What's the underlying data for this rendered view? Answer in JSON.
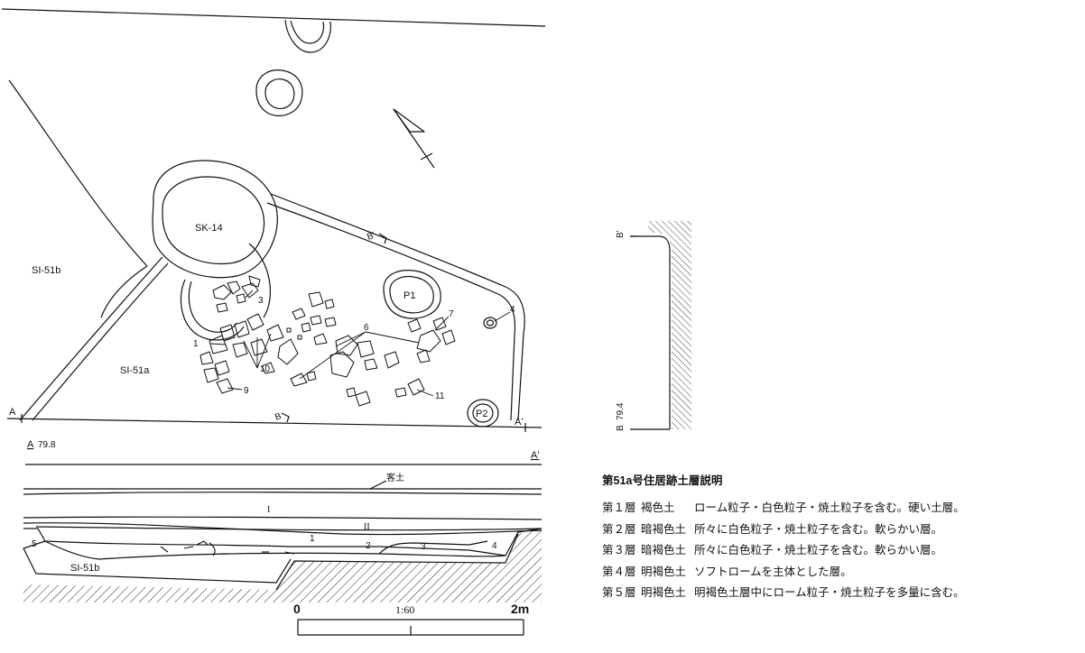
{
  "labels": {
    "sk14": "SK-14",
    "si51b_plan": "SI-51b",
    "si51a": "SI-51a",
    "p1": "P1",
    "p2": "P2",
    "num1": "1",
    "num3": "3",
    "num4": "4",
    "num6": "6",
    "num7": "7",
    "num9": "9",
    "num10": "10",
    "num11": "11",
    "a_left": "A",
    "a_right": "A'",
    "b_bottom": "B",
    "b_top": "B'",
    "sec_a_left": "A",
    "sec_a_elev": "79.8",
    "sec_a_right": "A'",
    "kakudo": "客土",
    "layer_I": "I",
    "layer_II": "II",
    "layer_1": "1",
    "layer_2": "2",
    "layer_3": "3",
    "layer_4": "4",
    "layer_5": "5",
    "si51b_section": "SI-51b",
    "sec_b_top": "B'",
    "sec_b_bottom": "B",
    "sec_b_elev": "79.4"
  },
  "scale_bar": {
    "start": "0",
    "ratio": "1:60",
    "end": "2m"
  },
  "legend": {
    "title": "第51a号住居跡土層説明",
    "rows": [
      {
        "layer": "第１層",
        "soil": "褐色土",
        "desc": "ローム粒子・白色粒子・焼土粒子を含む。硬い土層。"
      },
      {
        "layer": "第２層",
        "soil": "暗褐色土",
        "desc": "所々に白色粒子・焼土粒子を含む。軟らかい層。"
      },
      {
        "layer": "第３層",
        "soil": "暗褐色土",
        "desc": "所々に白色粒子・焼土粒子を含む。軟らかい層。"
      },
      {
        "layer": "第４層",
        "soil": "明褐色土",
        "desc": "ソフトロームを主体とした層。"
      },
      {
        "layer": "第５層",
        "soil": "明褐色土",
        "desc": "明褐色土層中にローム粒子・焼土粒子を多量に含む。"
      }
    ]
  }
}
